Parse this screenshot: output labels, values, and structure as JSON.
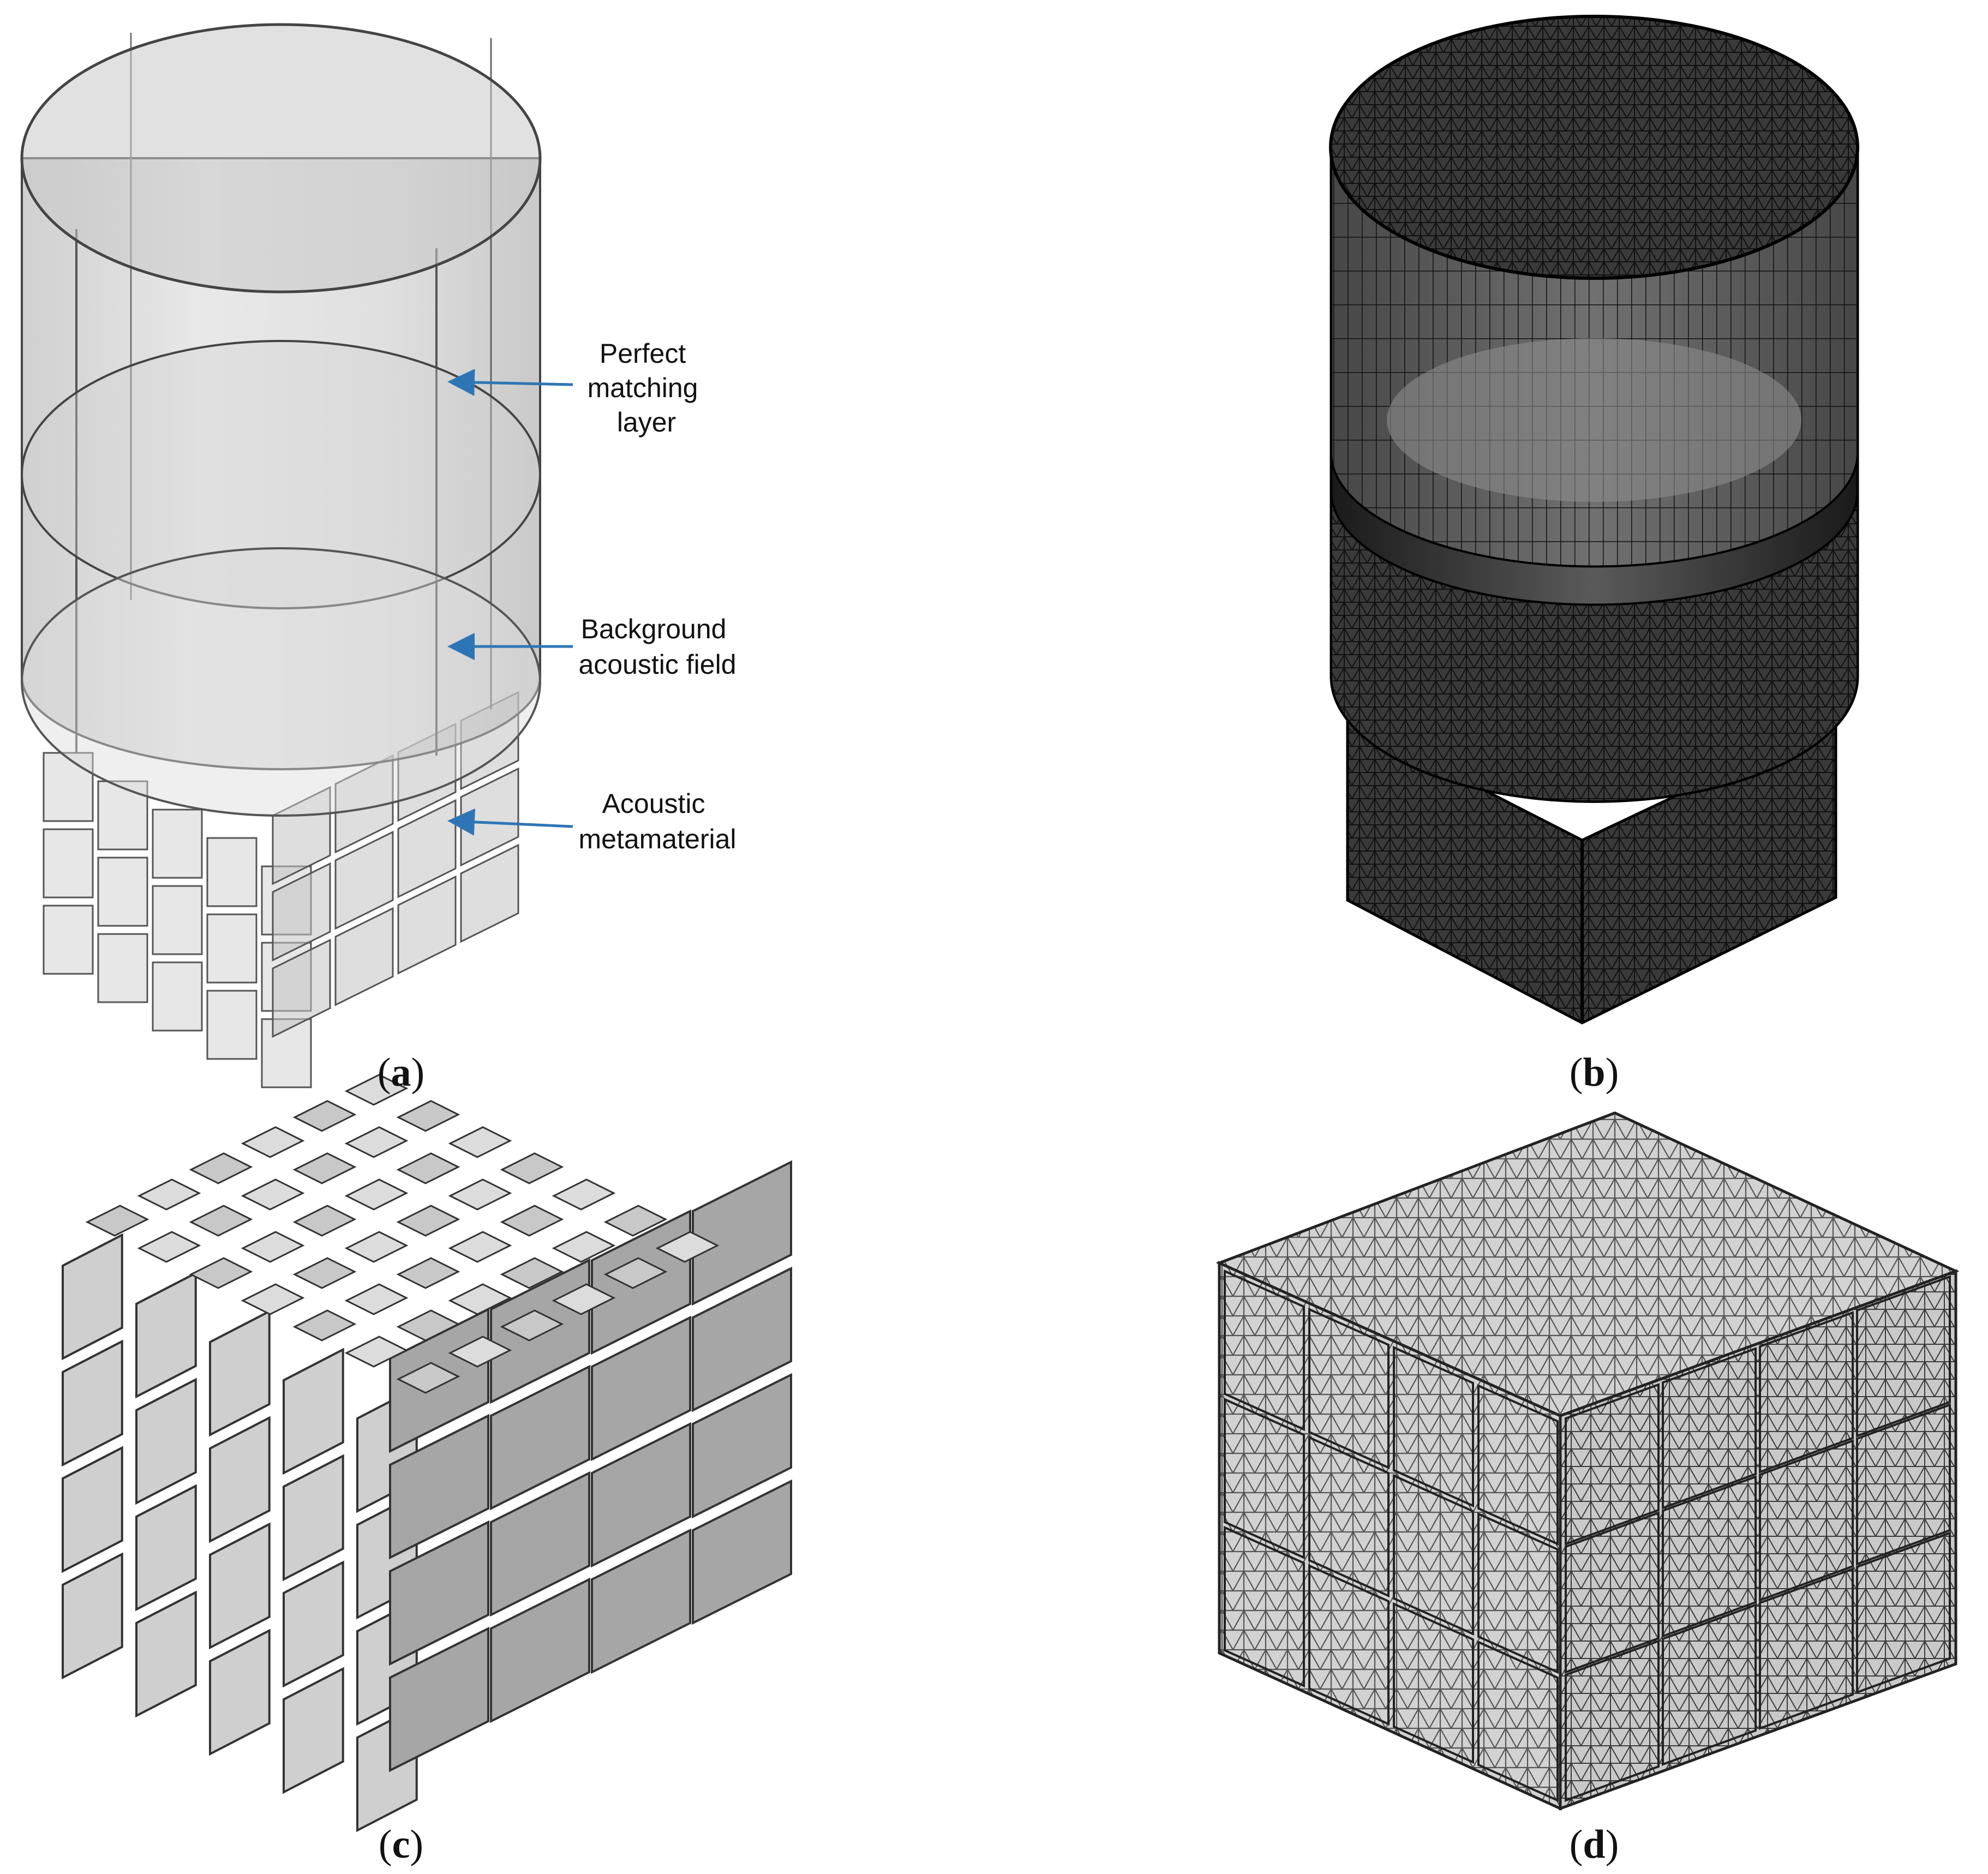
{
  "panels": [
    {
      "id": "a",
      "open": "(",
      "letter": "a",
      "close": ")"
    },
    {
      "id": "b",
      "open": "(",
      "letter": "b",
      "close": ")"
    },
    {
      "id": "c",
      "open": "(",
      "letter": "c",
      "close": ")"
    },
    {
      "id": "d",
      "open": "(",
      "letter": "d",
      "close": ")"
    }
  ],
  "annotations": {
    "pml": [
      "Perfect",
      "matching",
      "layer"
    ],
    "background": [
      "Background",
      "acoustic field"
    ],
    "metamaterial": [
      "Acoustic",
      "metamaterial"
    ]
  },
  "colors": {
    "arrow": "#2e75b6",
    "outline": "#3a3a3a",
    "glass": "#b9b9b9",
    "block_top": "#d9d9d9",
    "block_front": "#c4c4c4",
    "block_side": "#a8a8a8",
    "mesh_dark": "#2a2a2a"
  }
}
